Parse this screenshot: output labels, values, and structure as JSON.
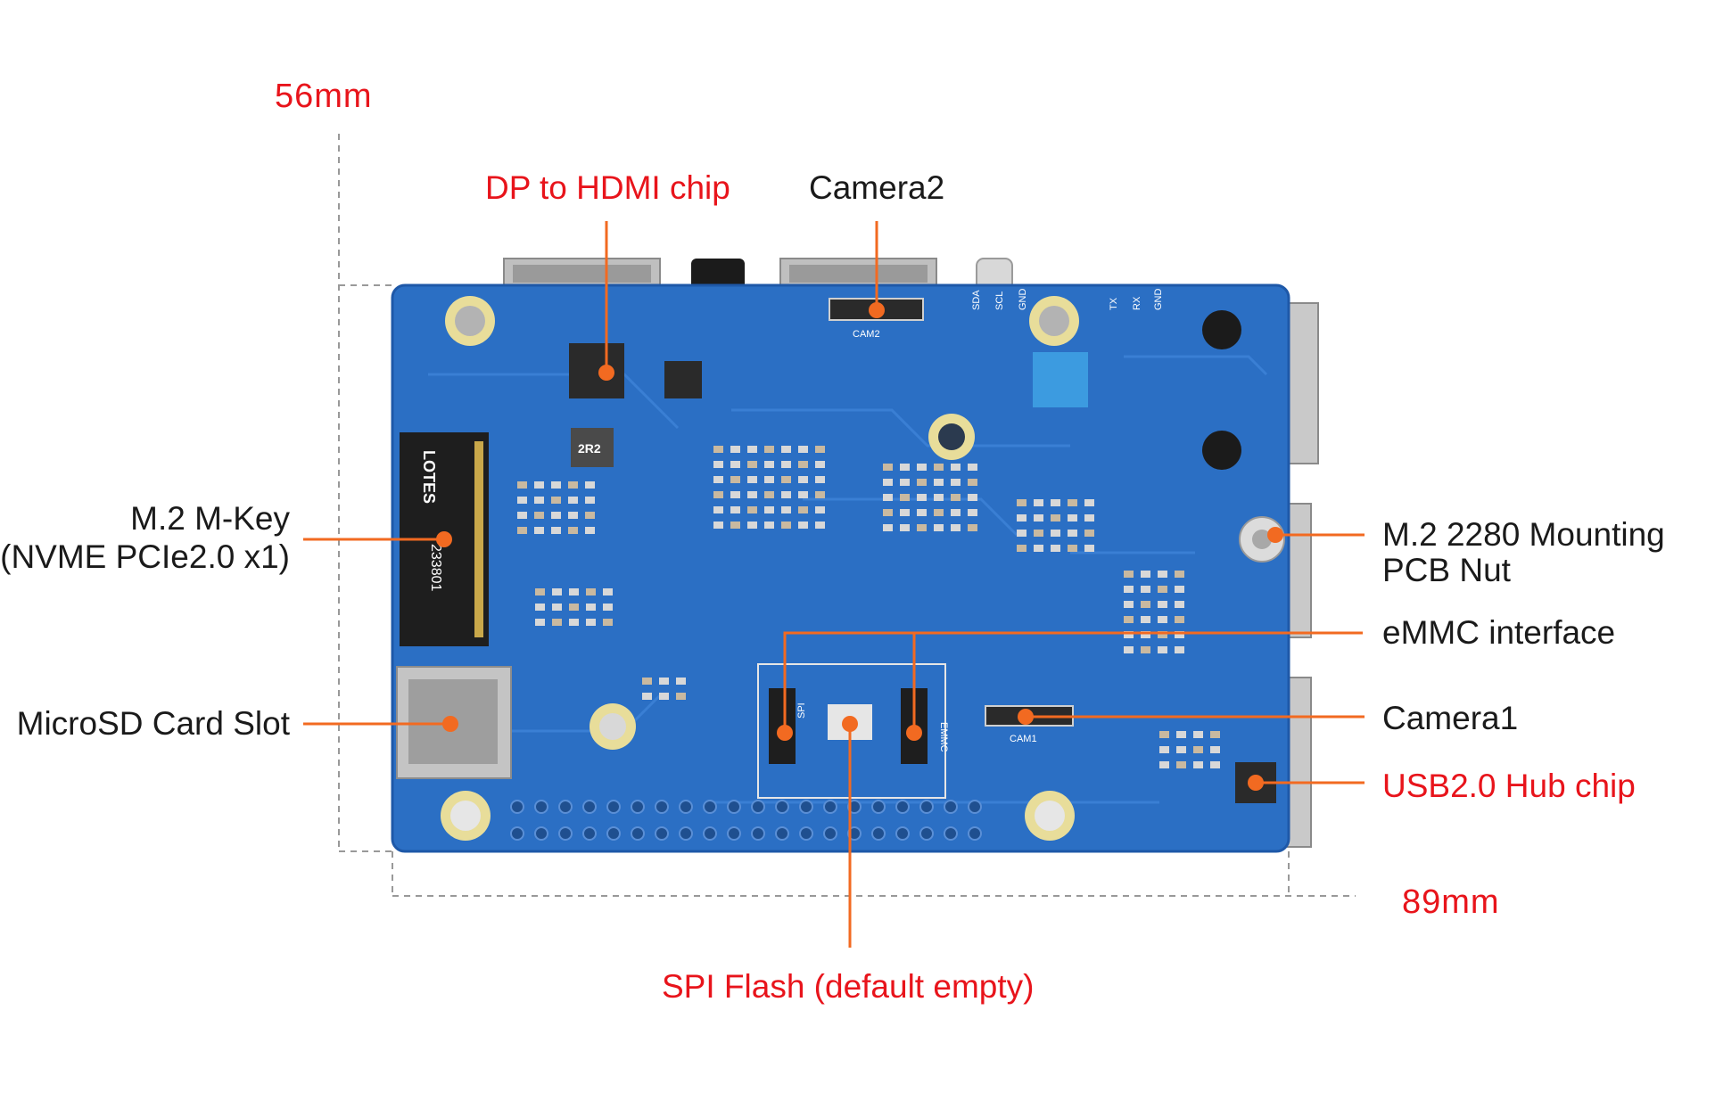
{
  "colors": {
    "label_red": "#e8141b",
    "label_black": "#1a1a1a",
    "leader_orange": "#f26a21",
    "board_blue": "#2b6fc4",
    "board_edge": "#1e58a8",
    "dimension_line": "#999999"
  },
  "dimensions": {
    "height": "56mm",
    "width": "89mm"
  },
  "callouts": {
    "dp_hdmi": "DP to HDMI chip",
    "camera2": "Camera2",
    "m2_line1": "M.2 M-Key",
    "m2_line2": "(NVME PCIe2.0 x1)",
    "microsd": "MicroSD Card Slot",
    "mount_line1": "M.2 2280 Mounting",
    "mount_line2": "PCB Nut",
    "emmc": "eMMC interface",
    "camera1": "Camera1",
    "usb_hub": "USB2.0 Hub chip",
    "spi_flash": "SPI Flash (default empty)"
  },
  "silkscreen": {
    "cam2": "CAM2",
    "cam1": "CAM1",
    "spi": "SPI",
    "emmc": "EMMC",
    "sda": "SDA",
    "scl": "SCL",
    "gnd": "GND",
    "tx": "TX",
    "rx": "RX",
    "m2_brand": "LOTES",
    "m2_code": "233801",
    "inductor": "2R2"
  }
}
